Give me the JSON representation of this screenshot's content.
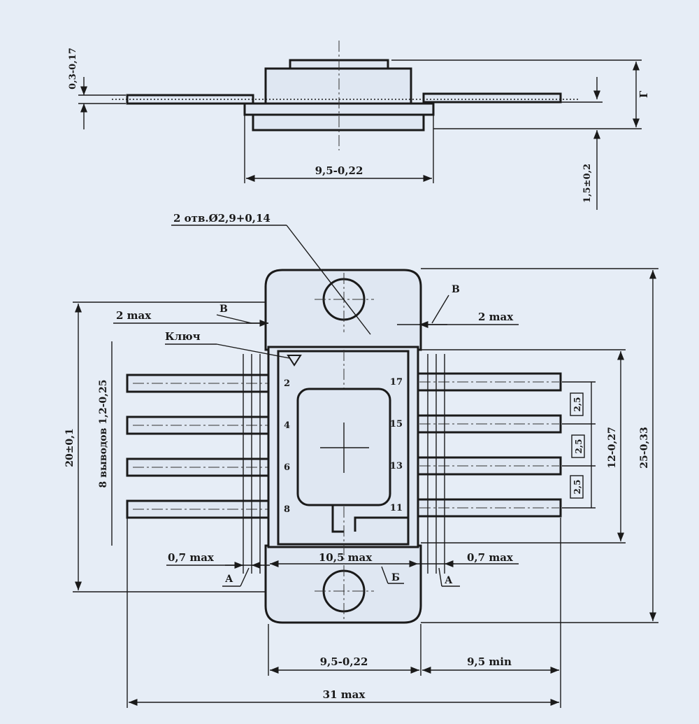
{
  "side_view": {
    "dims": {
      "thickness": "0,3-0,17",
      "body_width": "9,5-0,22",
      "height_g": "Г",
      "offset": "1,5±0,2"
    }
  },
  "top_view": {
    "holes": "2 отв.Ø2,9+0,14",
    "key": "Ключ",
    "lead_count": "8 выводов 1,2-0,25",
    "left_margin": "2 max",
    "right_margin": "2 max",
    "view_b_left": "В",
    "view_b_right": "В",
    "view_a_left": "А",
    "view_a_right": "А",
    "view_b_bottom": "Б",
    "lead_gap_left": "0,7 max",
    "lead_gap_right": "0,7 max",
    "inner_width": "10,5 max",
    "height_20": "20±0,1",
    "height_12": "12-0,27",
    "height_25": "25-0,33",
    "pitch": "2,5",
    "bottom_width": "9,5-0,22",
    "lead_length": "9,5 min",
    "total_width": "31 max"
  },
  "pins": {
    "left": [
      "2",
      "4",
      "6",
      "8"
    ],
    "right": [
      "17",
      "15",
      "13",
      "11"
    ]
  }
}
